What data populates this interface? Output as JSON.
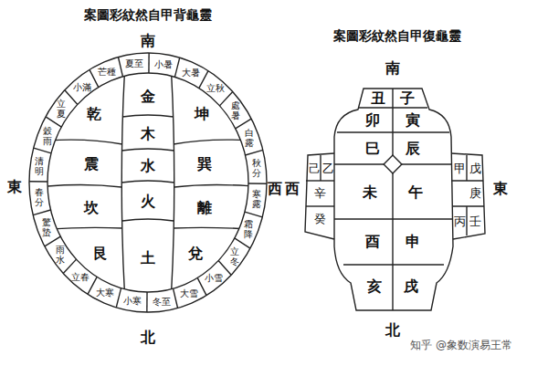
{
  "diagram": {
    "nodes": [
      {
        "text": [
          "案圖彩紋然自甲背龜靈"
        ]
      },
      {
        "text": [
          "夏至"
        ],
        "in": 0
      },
      {
        "text": [
          "小暑"
        ],
        "in": 0
      },
      {
        "text": [
          "大暑"
        ],
        "in": 0
      },
      {
        "text": [
          "立秋"
        ],
        "in": 0
      },
      {
        "text": [
          "處暑"
        ],
        "in": 0
      },
      {
        "text": [
          "白露"
        ],
        "in": 0
      },
      {
        "text": [
          "秋分"
        ],
        "in": 0
      },
      {
        "text": [
          "寒露"
        ],
        "in": 0
      },
      {
        "text": [
          "霜降"
        ],
        "in": 0
      },
      {
        "text": [
          "立冬"
        ],
        "in": 0
      },
      {
        "text": [
          "小雪"
        ],
        "in": 0
      },
      {
        "text": [
          "大雪"
        ],
        "in": 0
      },
      {
        "text": [
          "冬至"
        ],
        "in": 0
      },
      {
        "text": [
          "小寒"
        ],
        "in": 0
      },
      {
        "text": [
          "大寒"
        ],
        "in": 0
      },
      {
        "text": [
          "立春"
        ],
        "in": 0
      },
      {
        "text": [
          "雨水"
        ],
        "in": 0
      },
      {
        "text": [
          "驚蟄"
        ],
        "in": 0
      },
      {
        "text": [
          "春分"
        ],
        "in": 0
      },
      {
        "text": [
          "清明"
        ],
        "in": 0
      },
      {
        "text": [
          "穀雨"
        ],
        "in": 0
      },
      {
        "text": [
          "立夏"
        ],
        "in": 0
      },
      {
        "text": [
          "小滿"
        ],
        "in": 0
      },
      {
        "text": [
          "芒種"
        ],
        "in": 0
      },
      {
        "text": [
          "金"
        ],
        "in": 0
      },
      {
        "text": [
          "木"
        ],
        "in": 0
      },
      {
        "text": [
          "水"
        ],
        "in": 0
      },
      {
        "text": [
          "火"
        ],
        "in": 0
      },
      {
        "text": [
          "土"
        ],
        "in": 0
      },
      {
        "text": [
          "乾"
        ],
        "in": 0
      },
      {
        "text": [
          "震"
        ],
        "in": 0
      },
      {
        "text": [
          "坎"
        ],
        "in": 0
      },
      {
        "text": [
          "艮"
        ],
        "in": 0
      },
      {
        "text": [
          "坤"
        ],
        "in": 0
      },
      {
        "text": [
          "巽"
        ],
        "in": 0
      },
      {
        "text": [
          "離"
        ],
        "in": 0
      },
      {
        "text": [
          "兌"
        ],
        "in": 0
      },
      {
        "text": [
          "案圖彩紋然自甲復龜靈"
        ]
      },
      {
        "text": [
          "丑"
        ],
        "in": 38
      },
      {
        "text": [
          "子"
        ],
        "in": 38
      },
      {
        "text": [
          "卯"
        ],
        "in": 38
      },
      {
        "text": [
          "寅"
        ],
        "in": 38
      },
      {
        "text": [
          "巳"
        ],
        "in": 38
      },
      {
        "text": [
          "辰"
        ],
        "in": 38
      },
      {
        "text": [
          "未"
        ],
        "in": 38
      },
      {
        "text": [
          "午"
        ],
        "in": 38
      },
      {
        "text": [
          "酉"
        ],
        "in": 38
      },
      {
        "text": [
          "申"
        ],
        "in": 38
      },
      {
        "text": [
          "亥"
        ],
        "in": 38
      },
      {
        "text": [
          "戌"
        ],
        "in": 38
      },
      {
        "text": [
          "己"
        ],
        "in": 38
      },
      {
        "text": [
          "乙"
        ],
        "in": 38
      },
      {
        "text": [
          "辛"
        ],
        "in": 38
      },
      {
        "text": [
          "癸"
        ],
        "in": 38
      },
      {
        "text": [
          "甲"
        ],
        "in": 38
      },
      {
        "text": [
          "戊"
        ],
        "in": 38
      },
      {
        "text": [
          "庚"
        ],
        "in": 38
      },
      {
        "text": [
          "丙"
        ],
        "in": 38
      },
      {
        "text": [
          "壬"
        ],
        "in": 38
      }
    ],
    "labels": [
      "南",
      "東",
      "西",
      "北",
      "南",
      "西",
      "東",
      "北",
      "知乎 @象数演易王常"
    ]
  }
}
